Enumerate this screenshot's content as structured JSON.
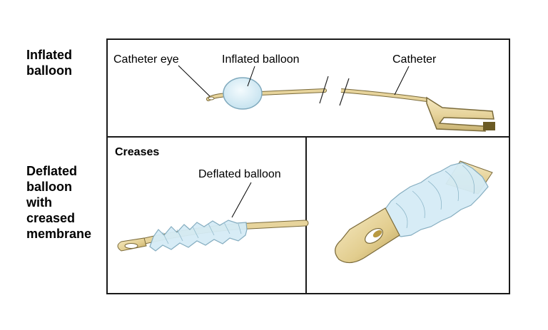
{
  "row_labels": {
    "inflated": [
      "Inflated",
      "balloon"
    ],
    "deflated": [
      "Deflated",
      "balloon",
      "with",
      "creased",
      "membrane"
    ]
  },
  "top_panel": {
    "labels": {
      "catheter_eye": "Catheter eye",
      "inflated_balloon": "Inflated balloon",
      "catheter": "Catheter"
    }
  },
  "bottom_left_panel": {
    "title": "Creases",
    "labels": {
      "deflated_balloon": "Deflated balloon"
    }
  },
  "colors": {
    "tube_fill": "#e7d49c",
    "tube_stroke": "#7a6a3a",
    "balloon_fill": "#cfe8f3",
    "balloon_stroke": "#7fa9bd",
    "tip_dark": "#6b5a24",
    "panel_border": "#1a1a1a"
  }
}
